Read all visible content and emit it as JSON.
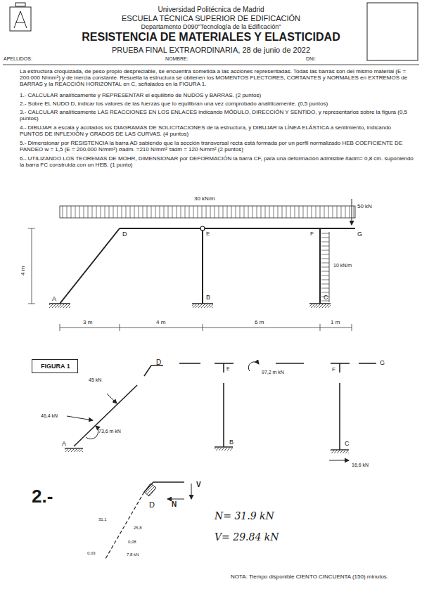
{
  "diagram": {
    "title": "RESISTENCIA DE MATERIALES Y ELASTICIDAD",
    "nodes": [
      {
        "text": [
          "FIGURA 1"
        ]
      }
    ],
    "labels": [
      "Universidad Politécnica de Madrid",
      "ESCUELA TÉCNICA SUPERIOR DE EDIFICACIÓN",
      "Departamento D090\"Tecnología de la Edificación\"",
      "PRUEBA FINAL EXTRAORDINARIA, 28 de junio de 2022",
      "APELLIDOS:",
      "NOMBRE:",
      "DNI:",
      "La estructura croquizada, de peso propio despreciable, se encuentra sometida a las acciones representadas. Todas las barras son del mismo material (E = 200.000 N/mm²) y de inercia constante. Resuelta la estructura se obtienen los MOMENTOS FLECTORES, CORTANTES y NORMALES en EXTREMOS de BARRAS y la REACCIÓN HORIZONTAL en C, señalados en la FIGURA 1.",
      "1.- CALCULAR analíticamente y REPRESENTAR el equilibrio de NUDOS y BARRAS. (2 puntos)",
      "2.- Sobre EL NUDO D, indicar los valores de las fuerzas que lo equilibran una vez comprobado analíticamente. (0,5 puntos)",
      "3.- CALCULAR analíticamente LAS REACCIONES EN LOS ENLACES indicando MÓDULO, DIRECCIÓN Y SENTIDO, y representarlos sobre la figura (0,5 puntos)",
      "4.- DIBUJAR a escala y acotados los DIAGRAMAS DE SOLICITACIONES de la estructura, y DIBUJAR la LÍNEA ELÁSTICA a sentimiento, indicando PUNTOS DE INFLEXIÓN y GRADOS DE LAS CURVAS. (4 puntos)",
      "5.- Dimensionar por RESISTENCIA la barra AD sabiendo que la sección transversal recta está formada por un perfil normalizado HEB COEFICIENTE DE PANDEO w = 1,5 (E = 200.000 N/mm²) σadm. =210 N/mm² τadm = 120 N/mm² (2 puntos)",
      "6.- UTILIZANDO LOS TEOREMAS DE MOHR, DIMENSIONAR por DEFORMACIÓN la barra CF, para una deformación admisible δadm= 0,8 cm. suponiendo la barra FC construida con un HEB. (1 punto)",
      "30 kN/m",
      "50 kN",
      "D",
      "E",
      "F",
      "G",
      "10 kN/m",
      "A",
      "B",
      "C",
      "4 m",
      "3 m",
      "4 m",
      "6 m",
      "1 m",
      "D",
      "E",
      "97,2 m kN",
      "F",
      "G",
      "45 kN",
      "46,4 kN",
      "73,6 m kN",
      "A",
      "B",
      "C",
      "16,6 kN",
      "2.-",
      "D",
      "N",
      "V",
      "N= 31.9 kN",
      "V= 29.84 kN",
      "31,1",
      "25,8",
      "0,08",
      "0,03",
      "7,8 kN",
      "NOTA: Tiempo disponible CIENTO CINCUENTA (150) minutos."
    ]
  }
}
